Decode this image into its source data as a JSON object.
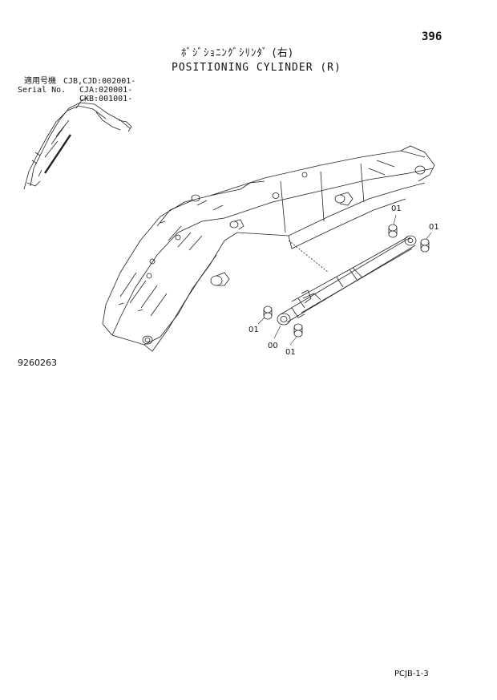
{
  "page_number": "396",
  "title_jp": "ﾎﾞｼﾞｼｮﾆﾝｸﾞｼﾘﾝﾀﾞ (右)",
  "title_en": "POSITIONING CYLINDER (R)",
  "serial": {
    "label_jp": "適用号機",
    "label_en": "Serial No.",
    "line1": "CJB,CJD:002001-",
    "line2": "CJA:020001-",
    "line3": "CKB:001001-"
  },
  "parts": {
    "p1": "01",
    "p2": "01",
    "p3": "01",
    "p4": "00",
    "p5": "01"
  },
  "drawing_number": "9260263",
  "footer_code": "PCJB-1-3"
}
